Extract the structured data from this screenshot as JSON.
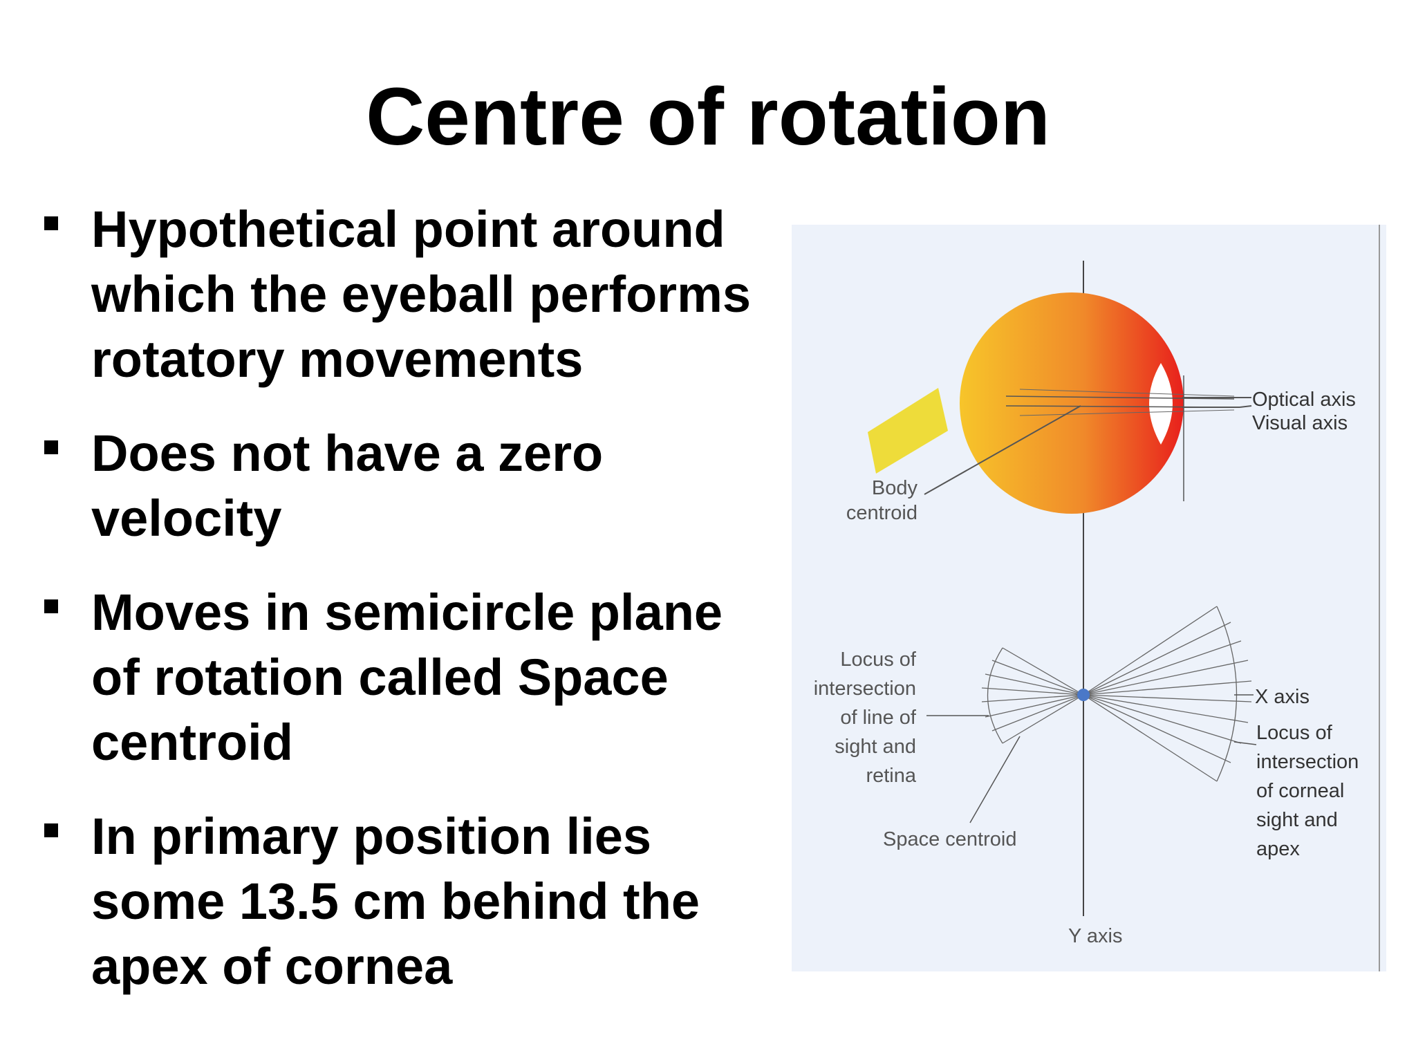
{
  "slide": {
    "title": "Centre of rotation",
    "bullets": [
      [
        "Hypothetical point around",
        "which the eyeball performs",
        "rotatory movements"
      ],
      [
        "Does not have a zero",
        "velocity"
      ],
      [
        "Moves in semicircle plane",
        "of rotation called Space",
        "centroid"
      ],
      [
        "In primary position lies",
        "some 13.5 cm behind the",
        "apex of cornea"
      ]
    ]
  },
  "figure": {
    "labels": {
      "optical_axis": "Optical axis",
      "visual_axis": "Visual axis",
      "body_centroid": [
        "Body",
        "centroid"
      ],
      "locus_retina": [
        "Locus of",
        "intersection",
        "of line of",
        "sight and",
        "retina"
      ],
      "space_centroid": "Space centroid",
      "x_axis": "X axis",
      "locus_cornea": [
        "Locus of",
        "intersection",
        "of corneal",
        "sight and",
        "apex"
      ],
      "y_axis": "Y axis"
    },
    "colors": {
      "eye_light": "#f7c52a",
      "eye_dark": "#e8201c",
      "optic_nerve": "#eedc3a",
      "background": "#edf2fa",
      "centroid_dot": "#4a78c8"
    }
  }
}
